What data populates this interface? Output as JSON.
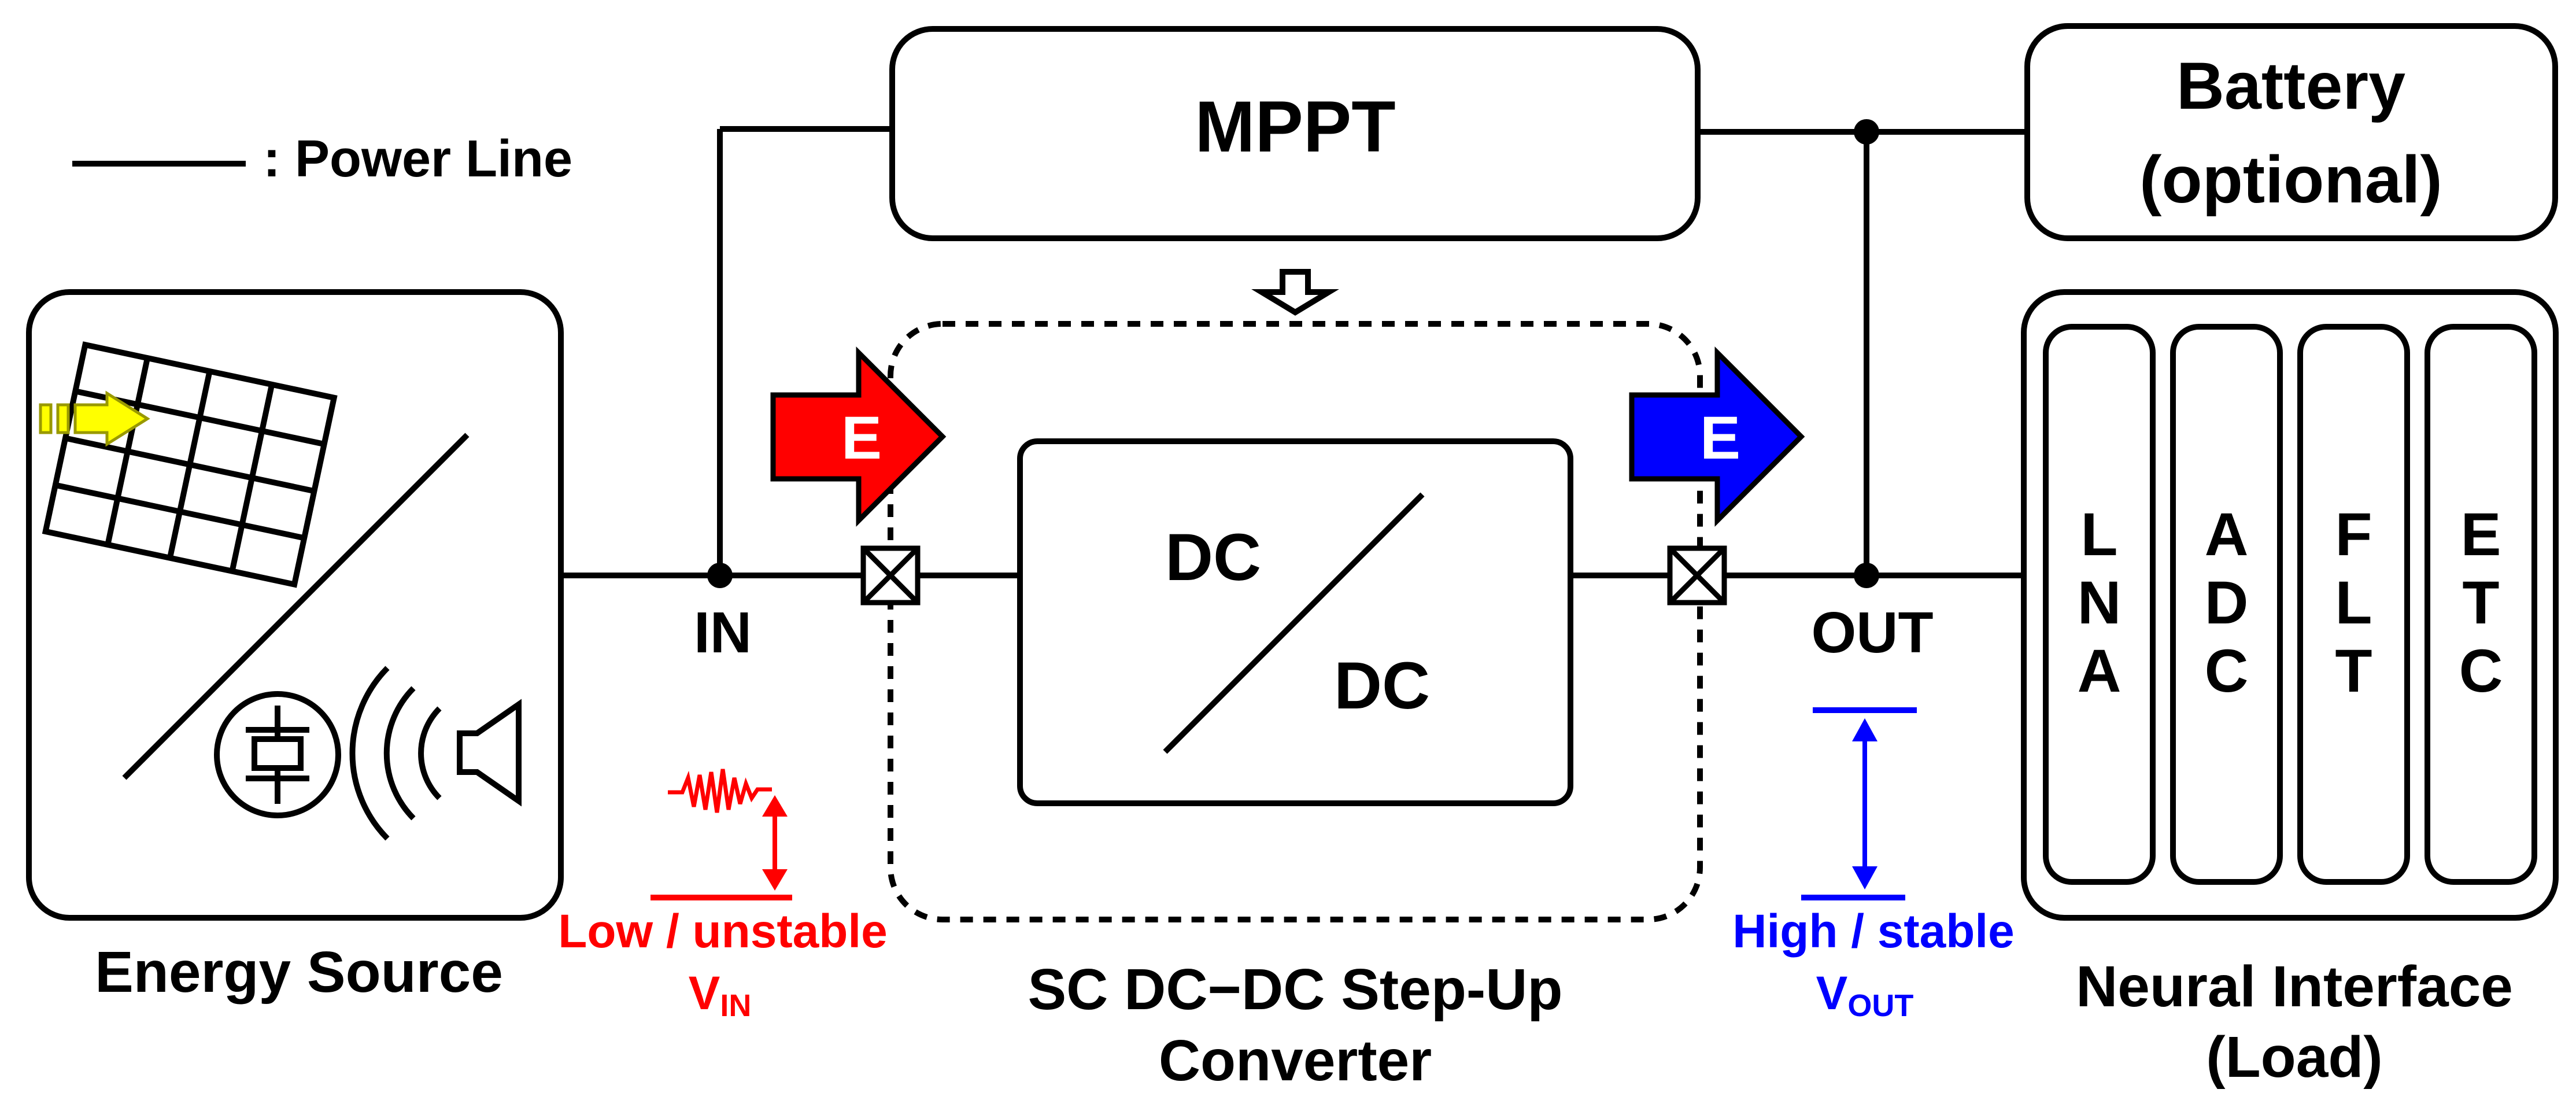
{
  "legend": {
    "text": ": Power Line"
  },
  "blocks": {
    "mppt": "MPPT",
    "battery_line1": "Battery",
    "battery_line2": "(optional)",
    "dc_in": "DC",
    "dc_out": "DC"
  },
  "nodes": {
    "in": "IN",
    "out": "OUT"
  },
  "arrows": {
    "energy_in": "E",
    "energy_out": "E"
  },
  "labels": {
    "source": "Energy Source",
    "converter_line1": "SC DC−DC Step-Up",
    "converter_line2": "Converter",
    "load_line1": "Neural Interface",
    "load_line2": "(Load)",
    "vin_desc": "Low / unstable",
    "vin_base": "V",
    "vin_sub": "IN",
    "vout_desc": "High / stable",
    "vout_base": "V",
    "vout_sub": "OUT"
  },
  "load_modules": [
    {
      "letters": [
        "L",
        "N",
        "A"
      ]
    },
    {
      "letters": [
        "A",
        "D",
        "C"
      ]
    },
    {
      "letters": [
        "F",
        "L",
        "T"
      ]
    },
    {
      "letters": [
        "E",
        "T",
        "C"
      ]
    }
  ],
  "icons": [
    "solar-panel-icon",
    "piezo-icon",
    "speaker-icon",
    "sun-ray-icon"
  ],
  "colors": {
    "red": "#ff0000",
    "blue": "#0000ff",
    "line": "#000000"
  }
}
